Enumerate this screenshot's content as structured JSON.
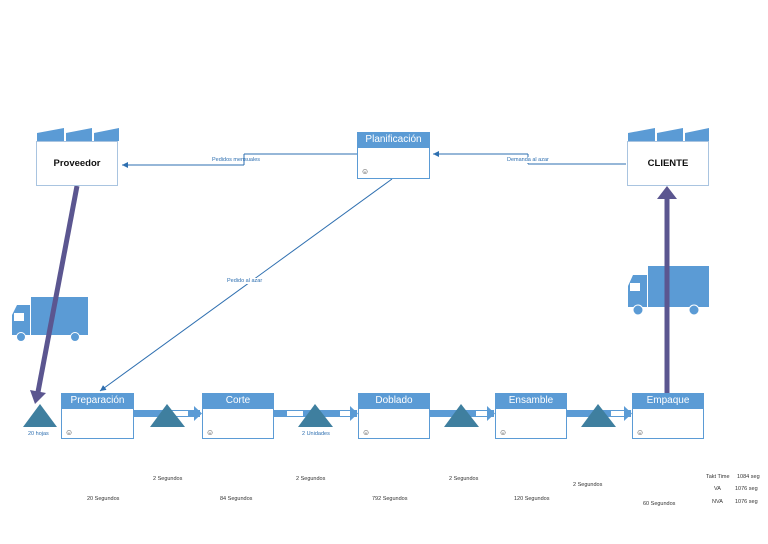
{
  "entities": {
    "supplier": "Proveedor",
    "customer": "CLIENTE"
  },
  "planning": {
    "title": "Planificación",
    "icon": "operator-icon"
  },
  "info_flows": {
    "monthly_orders": "Pedidos mensuales",
    "random_demand": "Demanda al azar",
    "random_order": "Pedido al azar"
  },
  "processes": [
    {
      "name": "Preparación",
      "icon": "operator-icon"
    },
    {
      "name": "Corte",
      "icon": "operator-icon"
    },
    {
      "name": "Doblado",
      "icon": "operator-icon"
    },
    {
      "name": "Ensamble",
      "icon": "operator-icon"
    },
    {
      "name": "Empaque",
      "icon": "operator-icon"
    }
  ],
  "inventory": {
    "first": "20 hojas",
    "second": "2 Unidades"
  },
  "timeline": {
    "wait_times": [
      "2 Segundos",
      "2 Segundos",
      "2 Segundos",
      "2 Segundos"
    ],
    "process_times": [
      "20 Segundos",
      "84 Segundos",
      "792 Segundos",
      "120 Segundos",
      "60 Segundos"
    ]
  },
  "summary": {
    "takt_label": "Takt Time",
    "takt_value": "1084 seg",
    "va_label": "VA",
    "va_value": "1076 seg",
    "nva_label": "NVA",
    "nva_value": "1076 seg"
  },
  "colors": {
    "process_blue": "#5b9bd5",
    "inventory_teal": "#3f7f9f",
    "push_arrow_purple": "#5b5690",
    "truck_blue": "#5b9bd5"
  }
}
